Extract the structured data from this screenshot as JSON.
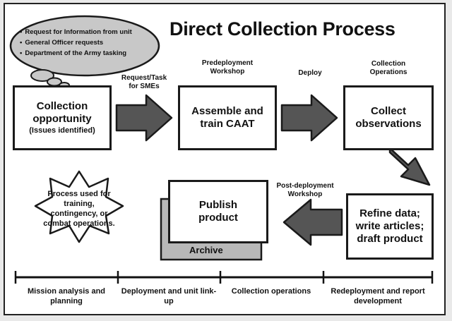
{
  "title": "Direct Collection Process",
  "cloud": {
    "items": [
      "Request for Information from unit",
      "General Officer requests",
      "Department of the Army tasking"
    ]
  },
  "boxes": {
    "collection_opportunity": {
      "main": "Collection opportunity",
      "sub": "(Issues identified)"
    },
    "assemble": {
      "main": "Assemble and train CAAT"
    },
    "collect": {
      "main": "Collect observations"
    },
    "refine": {
      "main": "Refine data; write articles; draft product"
    },
    "publish": {
      "main": "Publish product"
    },
    "archive": "Archive"
  },
  "labels": {
    "request_task": "Request/Task for SMEs",
    "predeployment": "Predeployment Workshop",
    "deploy": "Deploy",
    "collection_operations": "Collection Operations",
    "post_deployment": "Post-deployment Workshop"
  },
  "star_text": "Process used for training, contingency, or combat operations.",
  "phases": [
    "Mission analysis and planning",
    "Deployment and unit link-up",
    "Collection operations",
    "Redeployment and report development"
  ],
  "colors": {
    "arrow_fill": "#555555",
    "cloud_fill": "#c8c8c8",
    "archive_fill": "#b8b8b8"
  }
}
